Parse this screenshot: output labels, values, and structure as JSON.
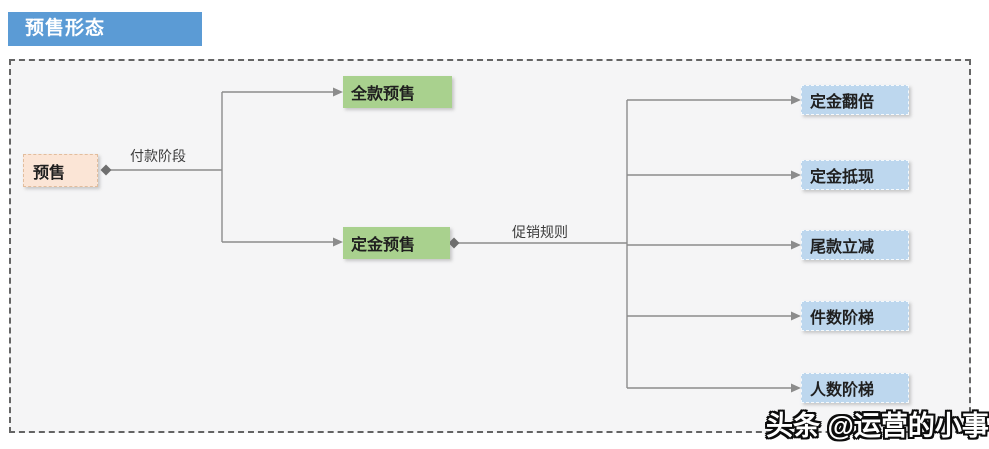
{
  "header": {
    "title": "预售形态",
    "bg_color": "#5b9bd5",
    "text_color": "#ffffff"
  },
  "diagram": {
    "root": {
      "label": "预售",
      "bg_color": "#fbe5d6"
    },
    "edge_labels": {
      "payment_stage": "付款阶段",
      "promo_rules": "促销规则"
    },
    "level2": [
      {
        "label": "全款预售"
      },
      {
        "label": "定金预售"
      }
    ],
    "level2_bg_color": "#a9d18e",
    "level3": [
      {
        "label": "定金翻倍"
      },
      {
        "label": "定金抵现"
      },
      {
        "label": "尾款立减"
      },
      {
        "label": "件数阶梯"
      },
      {
        "label": "人数阶梯"
      }
    ],
    "level3_bg_color": "#bdd7ee",
    "line_color": "#8c8c8c"
  },
  "watermark": {
    "text": "头条 @运营的小事"
  }
}
